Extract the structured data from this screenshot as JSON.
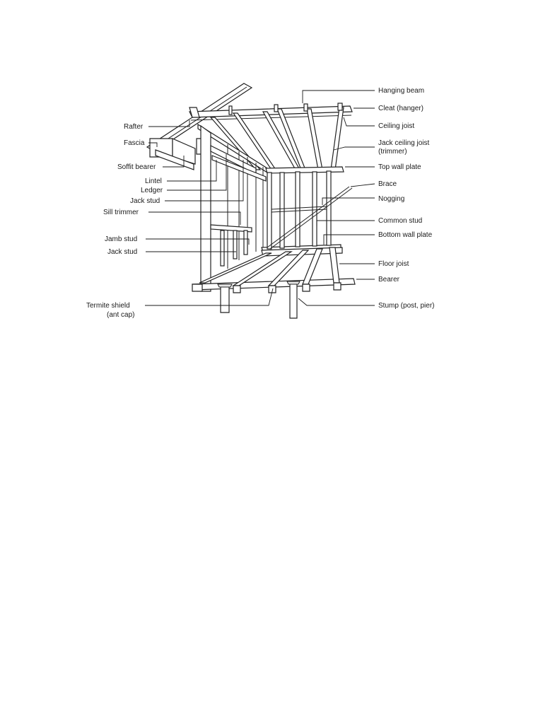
{
  "labels": {
    "left": [
      {
        "id": "rafter",
        "text": "Rafter"
      },
      {
        "id": "fascia",
        "text": "Fascia"
      },
      {
        "id": "soffit_bearer",
        "text": "Soffit bearer"
      },
      {
        "id": "lintel",
        "text": "Lintel"
      },
      {
        "id": "ledger",
        "text": "Ledger"
      },
      {
        "id": "jack_stud_upper",
        "text": "Jack stud"
      },
      {
        "id": "sill_trimmer",
        "text": "Sill trimmer"
      },
      {
        "id": "jamb_stud",
        "text": "Jamb stud"
      },
      {
        "id": "jack_stud_lower",
        "text": "Jack stud"
      },
      {
        "id": "termite_shield_1",
        "text": "Termite shield"
      },
      {
        "id": "termite_shield_2",
        "text": "(ant cap)"
      }
    ],
    "right": [
      {
        "id": "hanging_beam",
        "text": "Hanging beam"
      },
      {
        "id": "cleat",
        "text": "Cleat (hanger)"
      },
      {
        "id": "ceiling_joist",
        "text": "Ceiling joist"
      },
      {
        "id": "jack_ceiling_joist_1",
        "text": "Jack ceiling joist"
      },
      {
        "id": "jack_ceiling_joist_2",
        "text": "(trimmer)"
      },
      {
        "id": "top_wall_plate",
        "text": "Top wall plate"
      },
      {
        "id": "brace",
        "text": "Brace"
      },
      {
        "id": "nogging",
        "text": "Nogging"
      },
      {
        "id": "common_stud",
        "text": "Common stud"
      },
      {
        "id": "bottom_wall_plate",
        "text": "Bottom wall plate"
      },
      {
        "id": "floor_joist",
        "text": "Floor joist"
      },
      {
        "id": "bearer",
        "text": "Bearer"
      },
      {
        "id": "stump",
        "text": "Stump (post, pier)"
      }
    ]
  }
}
